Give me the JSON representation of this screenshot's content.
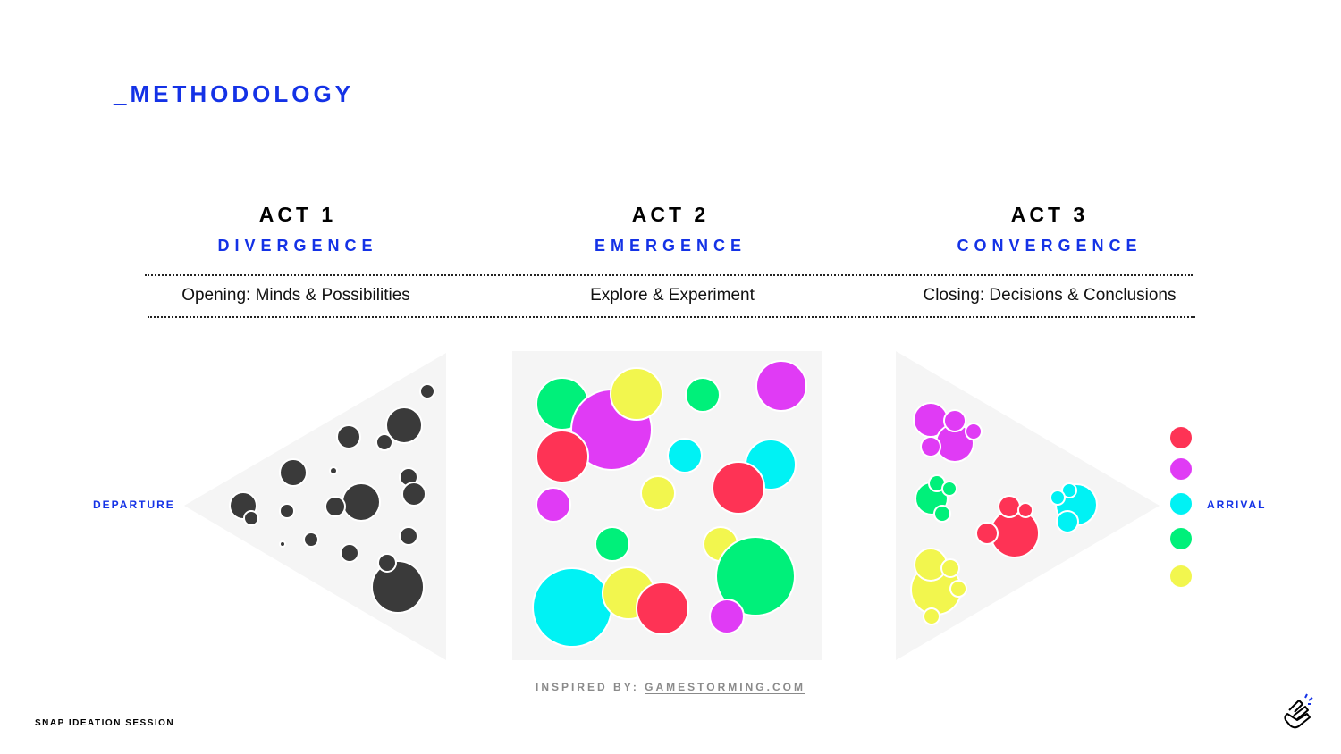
{
  "title": "_METHODOLOGY",
  "acts": [
    {
      "number": "ACT 1",
      "phase": "DIVERGENCE",
      "description": "Opening: Minds & Possibilities"
    },
    {
      "number": "ACT 2",
      "phase": "EMERGENCE",
      "description": "Explore & Experiment"
    },
    {
      "number": "ACT 3",
      "phase": "CONVERGENCE",
      "description": "Closing: Decisions & Conclusions"
    }
  ],
  "labels": {
    "departure": "DEPARTURE",
    "arrival": "ARRIVAL"
  },
  "credit": {
    "prefix": "INSPIRED BY: ",
    "source": "GAMESTORMING.COM"
  },
  "footer": "SNAP IDEATION SESSION",
  "colors": {
    "accent": "#1432e6",
    "dark_dot": "#3a3a3a",
    "red": "#fe3355",
    "magenta": "#e03bf5",
    "cyan": "#00f2f4",
    "green": "#00f07a",
    "yellow": "#f2f64e",
    "panel": "#f5f5f5"
  },
  "arrival_dot_colors": [
    "red",
    "magenta",
    "cyan",
    "green",
    "yellow"
  ]
}
